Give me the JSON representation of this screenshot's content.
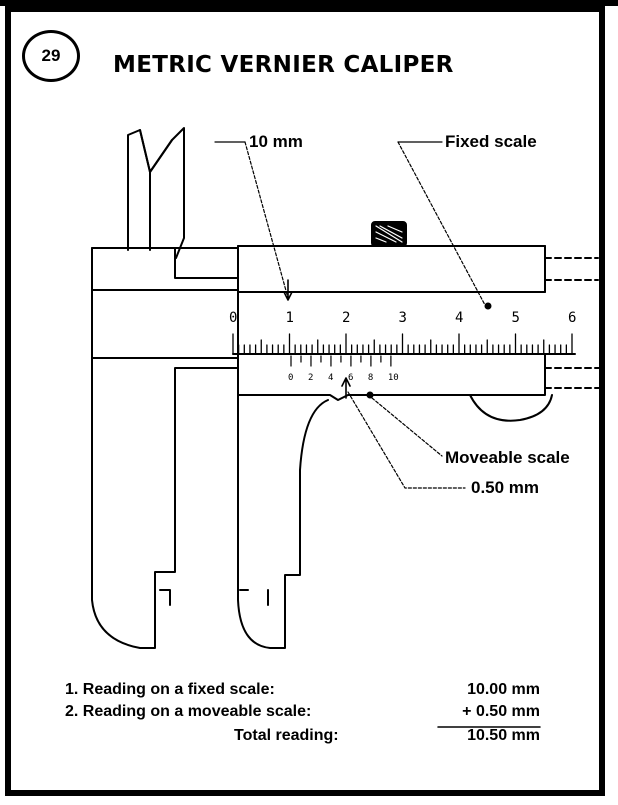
{
  "header": {
    "number": "29",
    "title": "METRIC VERNIER CALIPER"
  },
  "callouts": {
    "ten_mm": "10 mm",
    "fixed_scale": "Fixed scale",
    "moveable_scale": "Moveable scale",
    "half_mm": "0.50 mm"
  },
  "scales": {
    "fixed_numbers": [
      "0",
      "1",
      "2",
      "3",
      "4",
      "5",
      "6"
    ],
    "vernier_numbers": [
      "0",
      "2",
      "4",
      "6",
      "8",
      "10"
    ]
  },
  "readings": [
    {
      "label": "1. Reading on a fixed scale:",
      "value": "10.00 mm"
    },
    {
      "label": "2. Reading on a moveable scale:",
      "value": "+ 0.50 mm"
    },
    {
      "label": "Total reading:",
      "value": "10.50 mm"
    }
  ],
  "colors": {
    "ink": "#000000",
    "paper": "#ffffff"
  }
}
